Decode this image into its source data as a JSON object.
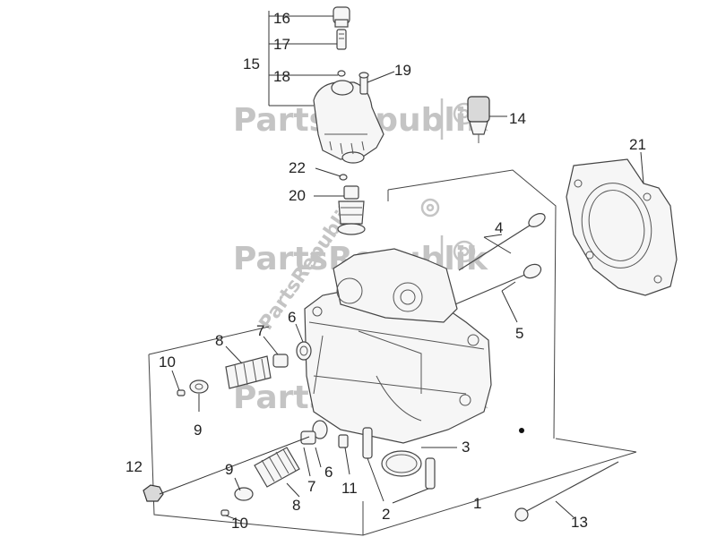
{
  "callouts": {
    "c1": "1",
    "c2": "2",
    "c3": "3",
    "c4": "4",
    "c5": "5",
    "c6a": "6",
    "c6b": "6",
    "c7a": "7",
    "c7b": "7",
    "c8a": "8",
    "c8b": "8",
    "c9a": "9",
    "c9b": "9",
    "c10a": "10",
    "c10b": "10",
    "c11": "11",
    "c12": "12",
    "c13": "13",
    "c14": "14",
    "c15": "15",
    "c16": "16",
    "c17": "17",
    "c18": "18",
    "c19": "19",
    "c20": "20",
    "c21": "21",
    "c22": "22"
  },
  "watermark": {
    "text": "PartsRepublik"
  },
  "icons": {
    "watermark_logo": "gear-icon"
  },
  "colors": {
    "line": "#333333",
    "watermark": "#c4c4c4",
    "background": "#ffffff"
  }
}
